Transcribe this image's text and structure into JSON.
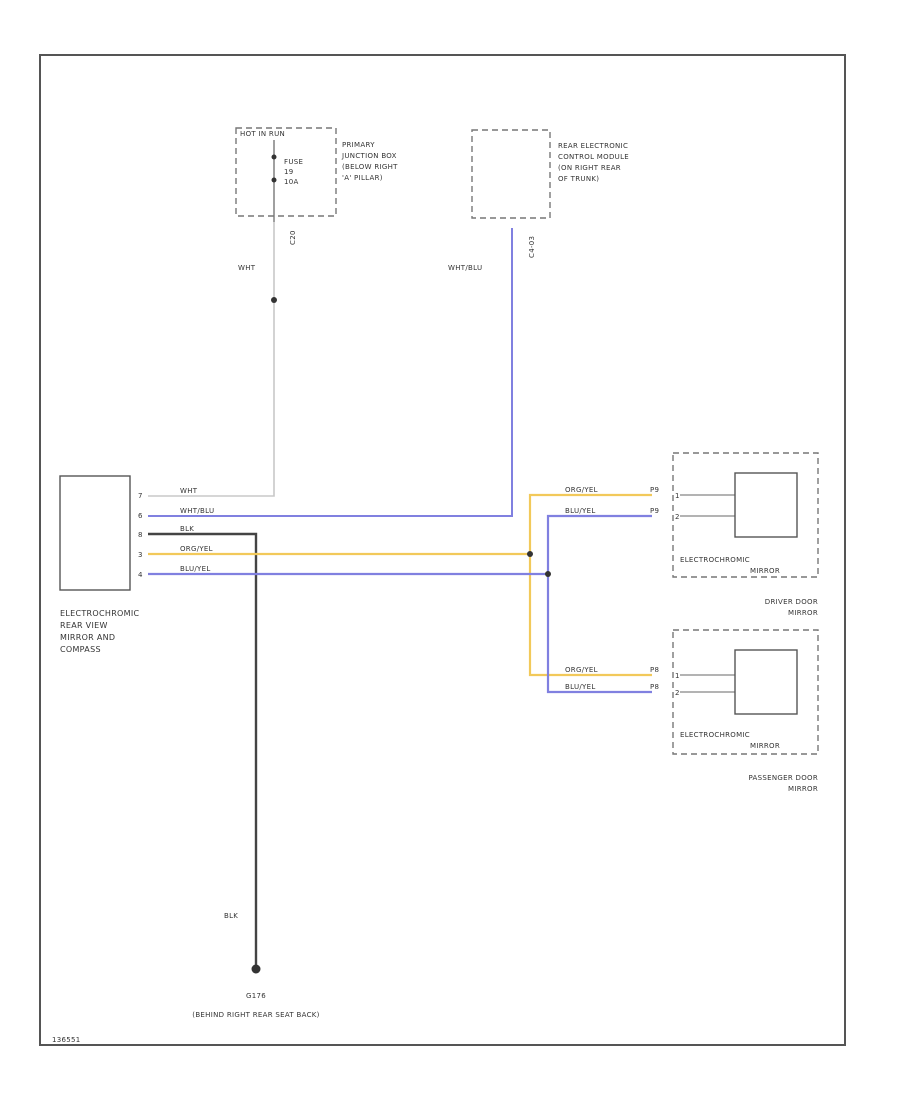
{
  "components": {
    "fuse_box": {
      "header": "HOT IN RUN",
      "fuse_lines": [
        "FUSE",
        "19",
        "10A"
      ],
      "desc_lines": [
        "PRIMARY",
        "JUNCTION BOX",
        "(BELOW RIGHT",
        "'A' PILLAR)"
      ],
      "pin": "C20"
    },
    "rem": {
      "desc_lines": [
        "REAR ELECTRONIC",
        "CONTROL MODULE",
        "(ON RIGHT REAR",
        "OF TRUNK)"
      ],
      "pin": "C4-03"
    },
    "mirror": {
      "desc_lines": [
        "ELECTROCHROMIC",
        "REAR VIEW",
        "MIRROR AND",
        "COMPASS"
      ],
      "pins": [
        "7",
        "6",
        "8",
        "3",
        "4"
      ]
    },
    "driver_mirror": {
      "inner_lines": [
        "ELECTROCHROMIC",
        "MIRROR"
      ],
      "desc_lines": [
        "DRIVER DOOR",
        "MIRROR"
      ],
      "pins": [
        "1",
        "2"
      ],
      "conn": [
        "P9",
        "P9"
      ]
    },
    "passenger_mirror": {
      "inner_lines": [
        "ELECTROCHROMIC",
        "MIRROR"
      ],
      "desc_lines": [
        "PASSENGER DOOR",
        "MIRROR"
      ],
      "pins": [
        "1",
        "2"
      ],
      "conn": [
        "P8",
        "P8"
      ]
    },
    "ground": {
      "desc_lines": [
        "G176",
        "(BEHIND RIGHT REAR SEAT BACK)"
      ]
    }
  },
  "wires": {
    "fuse_wht": "WHT",
    "rem_whtblu": "WHT/BLU",
    "mirror_wht": "WHT",
    "mirror_whtblu": "WHT/BLU",
    "mirror_blk": "BLK",
    "mirror_orgyel": "ORG/YEL",
    "mirror_bluyel": "BLU/YEL",
    "drv_orgyel": "ORG/YEL",
    "drv_bluyel": "BLU/YEL",
    "pass_orgyel": "ORG/YEL",
    "pass_bluyel": "BLU/YEL",
    "ground_blk": "BLK"
  },
  "footer_code": "136551",
  "colors": {
    "wht": "#c8c8c8",
    "blu": "#8080e0",
    "org_yel": "#f2c95a",
    "blk": "#444444",
    "frame": "#555555"
  }
}
